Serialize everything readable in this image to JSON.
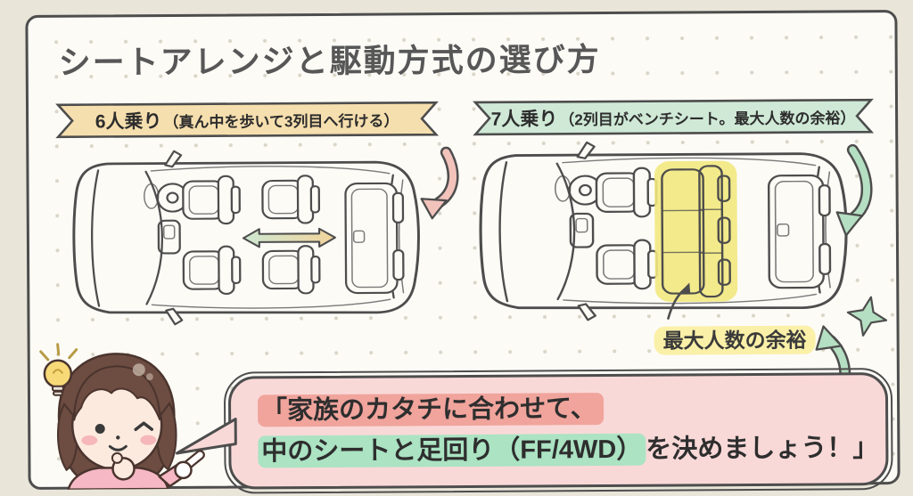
{
  "title": "シートアレンジと駆動方式の選び方",
  "banners": {
    "six": {
      "name": "6人乗り",
      "detail": "（真ん中を歩いて3列目へ行ける）"
    },
    "seven": {
      "name": "7人乗り",
      "detail": "（2列目がベンチシート。最大人数の余裕）"
    }
  },
  "bench_note": "最大人数の余裕",
  "speech": {
    "line1": "「家族のカタチに合わせて、",
    "line2_highlighted": "中のシートと足回り（FF/4WD）",
    "line2_rest": "を決めましょう！」"
  },
  "icons": {
    "pink_curved_arrow": "curved-arrow-down-left",
    "green_curved_arrow": "curved-arrow-down-left",
    "green_up_arrow": "curved-arrow-up-left",
    "walkthrough_arrow": "double-headed-arrow",
    "bench_note_arrow": "small-arrow-up",
    "sparkle": "four-point-star",
    "lightbulb": "idea-lightbulb"
  },
  "colors": {
    "page_bg": "#e9e5d9",
    "paper_bg": "#fcfbf6",
    "ink": "#4d4d4d",
    "banner_six_bg": "#f6dfae",
    "banner_seven_bg": "#cfe9d6",
    "bench_highlight": "#f2e880",
    "label_highlight": "#faf0a8",
    "bubble_bg": "#f9d9d8",
    "highlight_pink": "#f0a49c",
    "highlight_green": "#abe3c3",
    "arrow_pink": "#f2c3bb",
    "arrow_green": "#b5dfc2",
    "walk_arrow_left": "#cde8d2",
    "walk_arrow_right": "#f2d39b",
    "hair_brown": "#6d4c41",
    "skin": "#fdeadf",
    "sweater_pink": "#f6b8c4",
    "bulb_yellow": "#f7d978"
  }
}
